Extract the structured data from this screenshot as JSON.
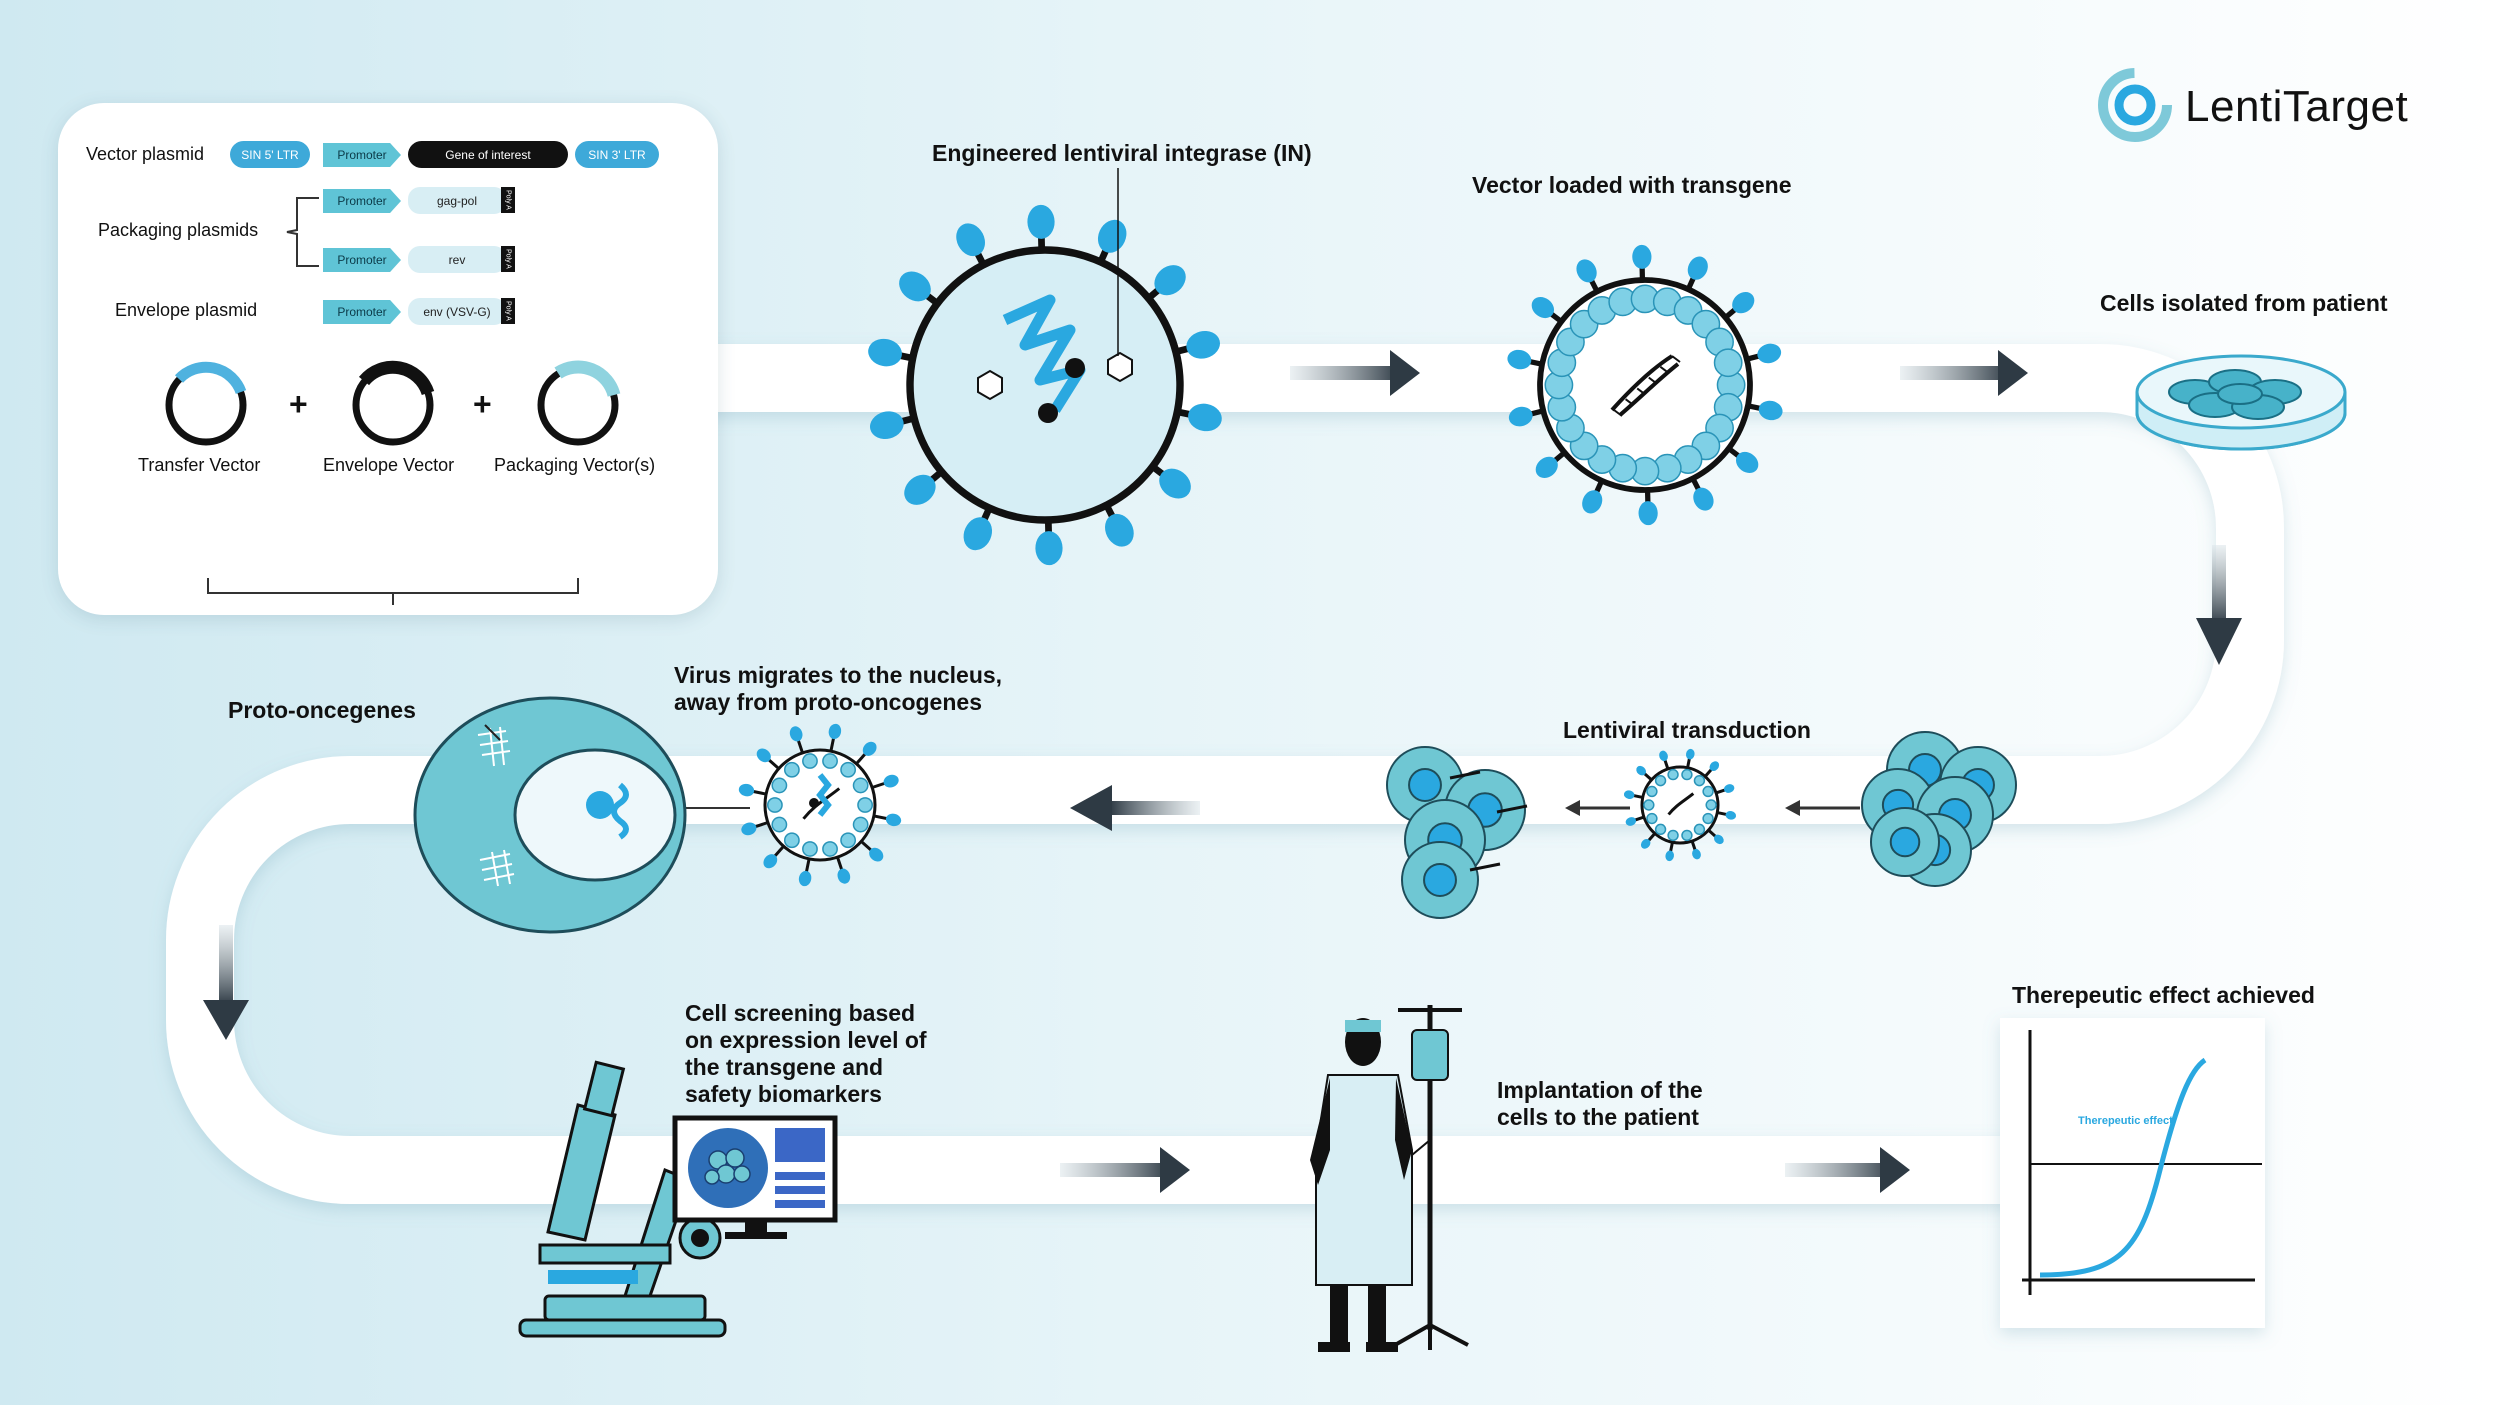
{
  "brand": {
    "name": "LentiTarget",
    "accent": "#46b3d6",
    "accent_dark": "#2aa8c9",
    "ink": "#0e0e14"
  },
  "panel": {
    "vector_plasmid": "Vector plasmid",
    "sin5": "SIN 5' LTR",
    "promoter": "Promoter",
    "gene_of_interest": "Gene of interest",
    "sin3": "SIN 3' LTR",
    "packaging_plasmids": "Packaging plasmids",
    "gagpol": "gag-pol",
    "rev": "rev",
    "envelope_plasmid": "Envelope plasmid",
    "env": "env (VSV-G)",
    "polya": "Poly A",
    "plus": "+",
    "transfer_vector": "Transfer Vector",
    "envelope_vector": "Envelope Vector",
    "packaging_vectors": "Packaging Vector(s)"
  },
  "steps": {
    "integrase": "Engineered lentiviral integrase (IN)",
    "loaded": "Vector loaded with transgene",
    "isolated": "Cells isolated from patient",
    "transduction": "Lentiviral transduction",
    "migrates_1": "Virus migrates to the nucleus,",
    "migrates_2": "away from proto-oncogenes",
    "proto": "Proto-oncegenes",
    "screening_1": "Cell screening based",
    "screening_2": "on expression level of",
    "screening_3": "the transgene and",
    "screening_4": "safety biomarkers",
    "implant_1": "Implantation of the",
    "implant_2": "cells to the patient",
    "therapeutic": "Therepeutic effect achieved",
    "graph_label": "Therepeutic effect"
  }
}
